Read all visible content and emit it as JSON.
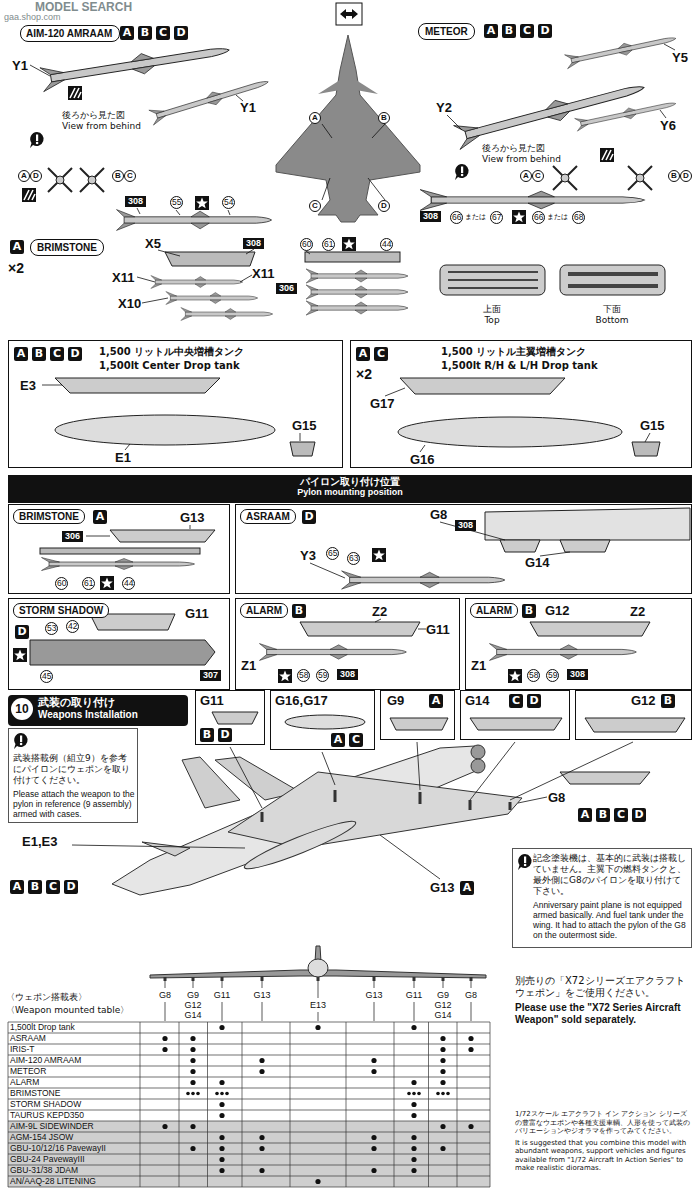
{
  "diagram": {
    "nodes": [
      {
        "text": [
          "AIM-120 AMRAAM"
        ]
      },
      {
        "text": [
          "METEOR"
        ]
      },
      {
        "text": [
          "BRIMSTONE"
        ]
      },
      {
        "text": [
          "A",
          "B",
          "C",
          "D",
          "1,500 リットル中央増槽タンク",
          "1,500lt Center Drop tank"
        ]
      },
      {
        "text": [
          "A",
          "C",
          "1,500 リットル主翼増槽タンク",
          "1,500lt R/H & L/H Drop tank"
        ]
      },
      {
        "text": [
          "パイロン取り付け位置",
          "Pylon mounting position"
        ]
      },
      {
        "text": [
          "BRIMSTONE",
          "A"
        ]
      },
      {
        "text": [
          "ASRAAM",
          "D"
        ]
      },
      {
        "text": [
          "STORM SHADOW",
          "D"
        ]
      },
      {
        "text": [
          "ALARM",
          "B"
        ]
      },
      {
        "text": [
          "ALARM",
          "B"
        ]
      },
      {
        "text": [
          "10",
          "武装の取り付け",
          "Weapons Installation"
        ]
      },
      {
        "text": [
          "武装搭載例（組立9）を参考にパイロンにウェポンを取り付けてください。",
          "Please attach the weapon to the pylon in reference (9 assembly) armed with cases."
        ]
      },
      {
        "text": [
          "G11",
          "B",
          "D"
        ]
      },
      {
        "text": [
          "G16,G17",
          "A",
          "C"
        ]
      },
      {
        "text": [
          "G9",
          "A"
        ]
      },
      {
        "text": [
          "G14",
          "C",
          "D"
        ]
      },
      {
        "text": [
          "G12",
          "B"
        ]
      },
      {
        "text": [
          "記念塗装機は、基本的に武装は搭載していません。主翼下の燃料タンクと、最外側にG8のパイロンを取り付けて下さい。",
          "Anniversary paint plane is not equipped armed basically. And fuel tank under the wing. It had to attach the pylon of the G8 on the outermost side."
        ]
      }
    ],
    "labels": [
      "MODEL SEARCH",
      "gaa.shop.com",
      "A",
      "B",
      "C",
      "D",
      "Y1",
      "Y1",
      "後ろから見た図",
      "View from behind",
      "A",
      "D",
      "B",
      "C",
      "308",
      "55",
      "54",
      "A",
      "B",
      "C",
      "D",
      "A",
      "B",
      "C",
      "D",
      "Y5",
      "Y2",
      "Y6",
      "後ろから見た図",
      "View from behind",
      "A",
      "C",
      "B",
      "D",
      "308",
      "66",
      "または",
      "67",
      "66",
      "または",
      "68",
      "A",
      "×2",
      "X5",
      "308",
      "X11",
      "X11",
      "X10",
      "60",
      "61",
      "44",
      "306",
      "上面",
      "Top",
      "下面",
      "Bottom",
      "E3",
      "E1",
      "G15",
      "×2",
      "G17",
      "G16",
      "G15",
      "306",
      "G13",
      "60",
      "61",
      "44",
      "G8",
      "308",
      "Y3",
      "65",
      "63",
      "G14",
      "G11",
      "53",
      "42",
      "45",
      "307",
      "Z2",
      "G11",
      "Z1",
      "58",
      "59",
      "308",
      "G12",
      "Z2",
      "Z1",
      "58",
      "59",
      "308",
      "E1,E3",
      "A",
      "B",
      "C",
      "D",
      "G8",
      "A",
      "B",
      "C",
      "D",
      "G13",
      "A",
      "〈ウェポン搭載表〉",
      "〈Weapon mounted table〉",
      "G8",
      "G9",
      "G12",
      "G14",
      "G11",
      "G13",
      "E13",
      "G13",
      "G11",
      "G9",
      "G12",
      "G14",
      "G8",
      "1,500lt Drop tank",
      "ASRAAM",
      "IRIS-T",
      "AIM-120 AMRAAM",
      "METEOR",
      "ALARM",
      "BRIMSTONE",
      "STORM SHADOW",
      "TAURUS KEPD350",
      "AIM-9L SIDEWINDER",
      "AGM-154 JSOW",
      "GBU-10/12/16 PavewayII",
      "GBU-24 PavewayIII",
      "GBU-31/38 JDAM",
      "AN/AAQ-28 LITENING",
      "別売りの「X72シリーズエアクラフトウェポン」をご使用ください。",
      "Please use the \"X72 Series Aircraft Weapon\" sold separately.",
      "1/72スケール エアクラフト イン アクション シリーズの豊富なウエポンや各種支援車輌、人形を使って武装のバリエーションやジオラマを作ってみてください。",
      "It is suggested that you combine this model with abundant weapons, support vehicles and figures available from \"1/72 Aircraft In Action Series\" to make realistic dioramas."
    ]
  }
}
